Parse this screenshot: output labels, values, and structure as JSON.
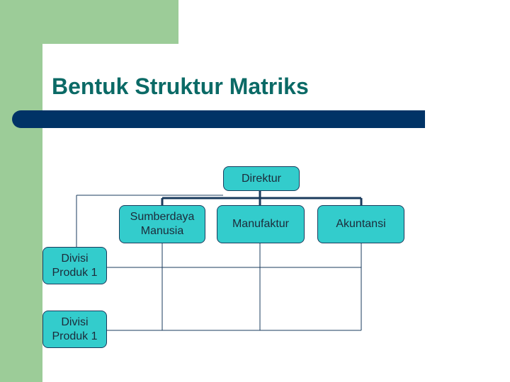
{
  "slide": {
    "title": "Bentuk Struktur Matriks"
  },
  "org": {
    "top": "Direktur",
    "functions": [
      "Sumberdaya\nManusia",
      "Manufaktur",
      "Akuntansi"
    ],
    "divisions": [
      "Divisi\nProduk 1",
      "Divisi\nProduk 1"
    ]
  },
  "colors": {
    "box_fill": "#33cccc",
    "title_text": "#0b6a66",
    "title_bar": "#003366",
    "background_accent": "#9ccc98",
    "line": "#1a3b5c"
  }
}
